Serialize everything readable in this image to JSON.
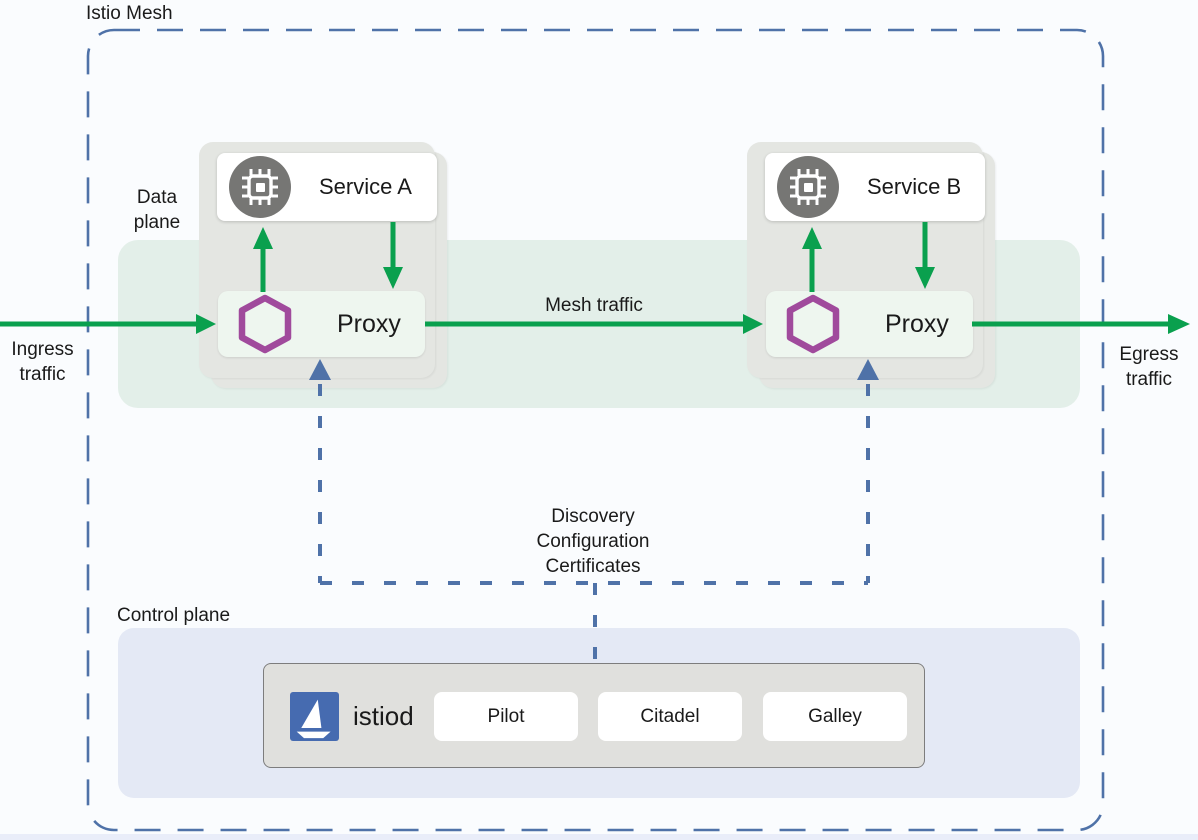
{
  "diagram": {
    "title": "Istio Mesh",
    "data_plane_label": "Data\nplane",
    "control_plane_label": "Control plane",
    "ingress_label": "Ingress\ntraffic",
    "egress_label": "Egress\ntraffic",
    "mesh_traffic_label": "Mesh traffic",
    "discovery_label": "Discovery\nConfiguration\nCertificates",
    "services": [
      {
        "name": "Service A"
      },
      {
        "name": "Service B"
      }
    ],
    "proxies": [
      {
        "label": "Proxy"
      },
      {
        "label": "Proxy"
      }
    ],
    "istiod": {
      "label": "istiod",
      "components": [
        "Pilot",
        "Citadel",
        "Galley"
      ]
    },
    "colors": {
      "arrow_green": "#0aa04e",
      "dashed_blue": "#4f72a8",
      "hexagon_purple": "#a04a9c",
      "istio_blue": "#466bb0",
      "service_icon_gray": "#767674",
      "mesh_band_green": "#e3efe9",
      "container_gray": "#e4e6e2",
      "proxy_card_green": "#eef6ef",
      "control_plane_blue": "#e4e9f5",
      "istiod_box_gray": "#e0e0dd"
    }
  }
}
